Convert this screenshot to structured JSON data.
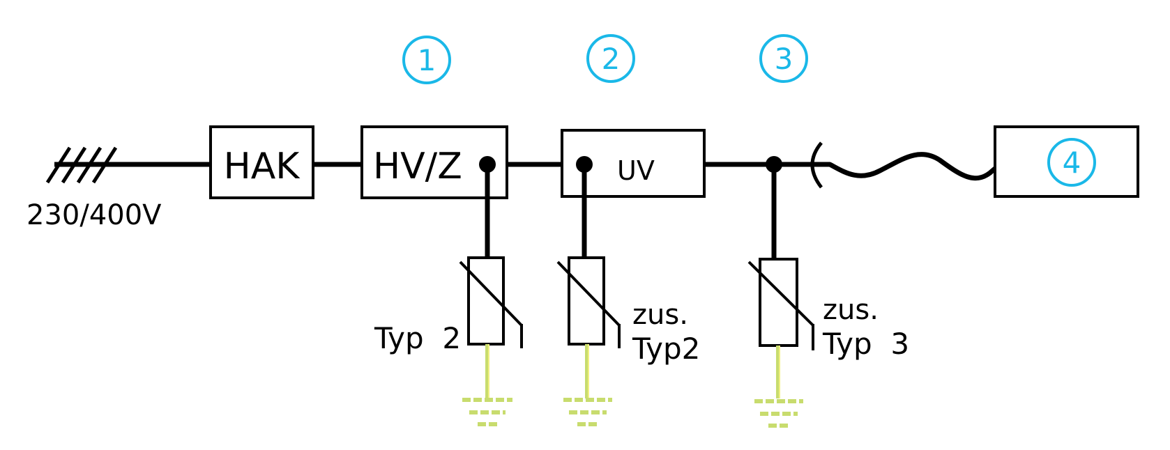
{
  "colors": {
    "line": "#000000",
    "accent": "#1ab8e8",
    "earth": "#c8dc6e",
    "earth_hi": "#f0f080"
  },
  "supply": {
    "voltage": "230/400V"
  },
  "boxes": {
    "hak": "HAK",
    "hvz": "HV/Z",
    "uv": "UV"
  },
  "zones": [
    "1",
    "2",
    "3",
    "4"
  ],
  "surge_protectors": [
    {
      "label": "Typ  2"
    },
    {
      "label_line1": "zus.",
      "label_line2": "Typ2"
    },
    {
      "label_line1": "zus.",
      "label_line2": "Typ  3"
    }
  ]
}
